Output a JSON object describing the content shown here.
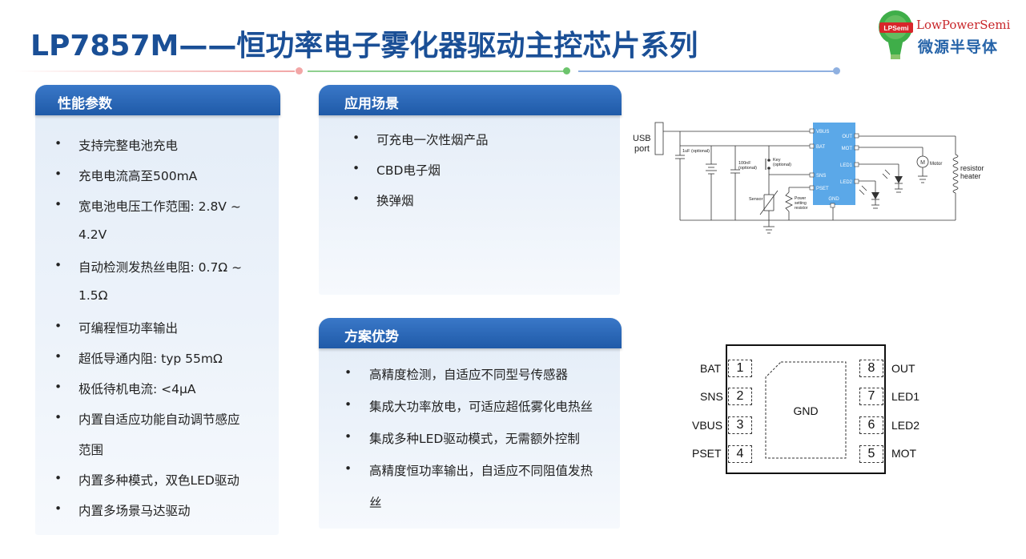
{
  "title": "LP7857M——恒功率电子雾化器驱动主控芯片系列",
  "logo": {
    "badge": "LPSemi",
    "name_en": "LowPowerSemi",
    "name_cn": "微源半导体"
  },
  "colors": {
    "title": "#1a4f96",
    "header_bar": "#1f5aa8",
    "panel_bg": "#e8eff8",
    "divider_1": "#f2a6a6",
    "divider_2": "#8fd08f",
    "divider_3": "#8fb0e0"
  },
  "bullet": "•",
  "performance": {
    "heading": "性能参数",
    "items": [
      "支持完整电池充电",
      " 充电电流高至500mA",
      " 宽电池电压工作范围: 2.8V ~",
      "4.2V",
      " 自动检测发热丝电阻: 0.7Ω ~",
      "1.5Ω",
      " 可编程恒功率输出",
      " 超低导通内阻: typ 55mΩ",
      " 极低待机电流: <4μA",
      " 内置自适应功能自动调节感应",
      "范围",
      "内置多种模式，双色LED驱动",
      " 内置多场景马达驱动"
    ]
  },
  "applications": {
    "heading": "应用场景",
    "items": [
      "可充电一次性烟产品",
      "CBD电子烟",
      "换弹烟"
    ]
  },
  "advantages": {
    "heading": "方案优势",
    "items": [
      "高精度检测，自适应不同型号传感器",
      "集成大功率放电，可适应超低雾化电热丝",
      "集成多种LED驱动模式，无需额外控制",
      "高精度恒功率输出，自适应不同阻值发热",
      "丝"
    ]
  },
  "circuit": {
    "usb_label_1": "USB",
    "usb_label_2": "port",
    "cap_1uf": "1uF (optional)",
    "cap_100nf_1": "100nF",
    "cap_100nf_2": "(optional)",
    "key_1": "Key",
    "key_2": "(optional)",
    "sensor": "Sensor",
    "power_res_1": "Power",
    "power_res_2": "setting",
    "power_res_3": "resistor",
    "motor": "Motor",
    "heater_1": "resistor",
    "heater_2": "heater",
    "chip_pins_left": [
      "VBUS",
      "BAT",
      "SNS",
      "PSET"
    ],
    "chip_pins_right": [
      "OUT",
      "MOT",
      "LED1",
      "LED2"
    ],
    "chip_gnd": "GND"
  },
  "package": {
    "center": "GND",
    "left_pins": [
      {
        "name": "BAT",
        "num": "1"
      },
      {
        "name": "SNS",
        "num": "2"
      },
      {
        "name": "VBUS",
        "num": "3"
      },
      {
        "name": "PSET",
        "num": "4"
      }
    ],
    "right_pins": [
      {
        "name": "OUT",
        "num": "8"
      },
      {
        "name": "LED1",
        "num": "7"
      },
      {
        "name": "LED2",
        "num": "6"
      },
      {
        "name": "MOT",
        "num": "5"
      }
    ]
  }
}
